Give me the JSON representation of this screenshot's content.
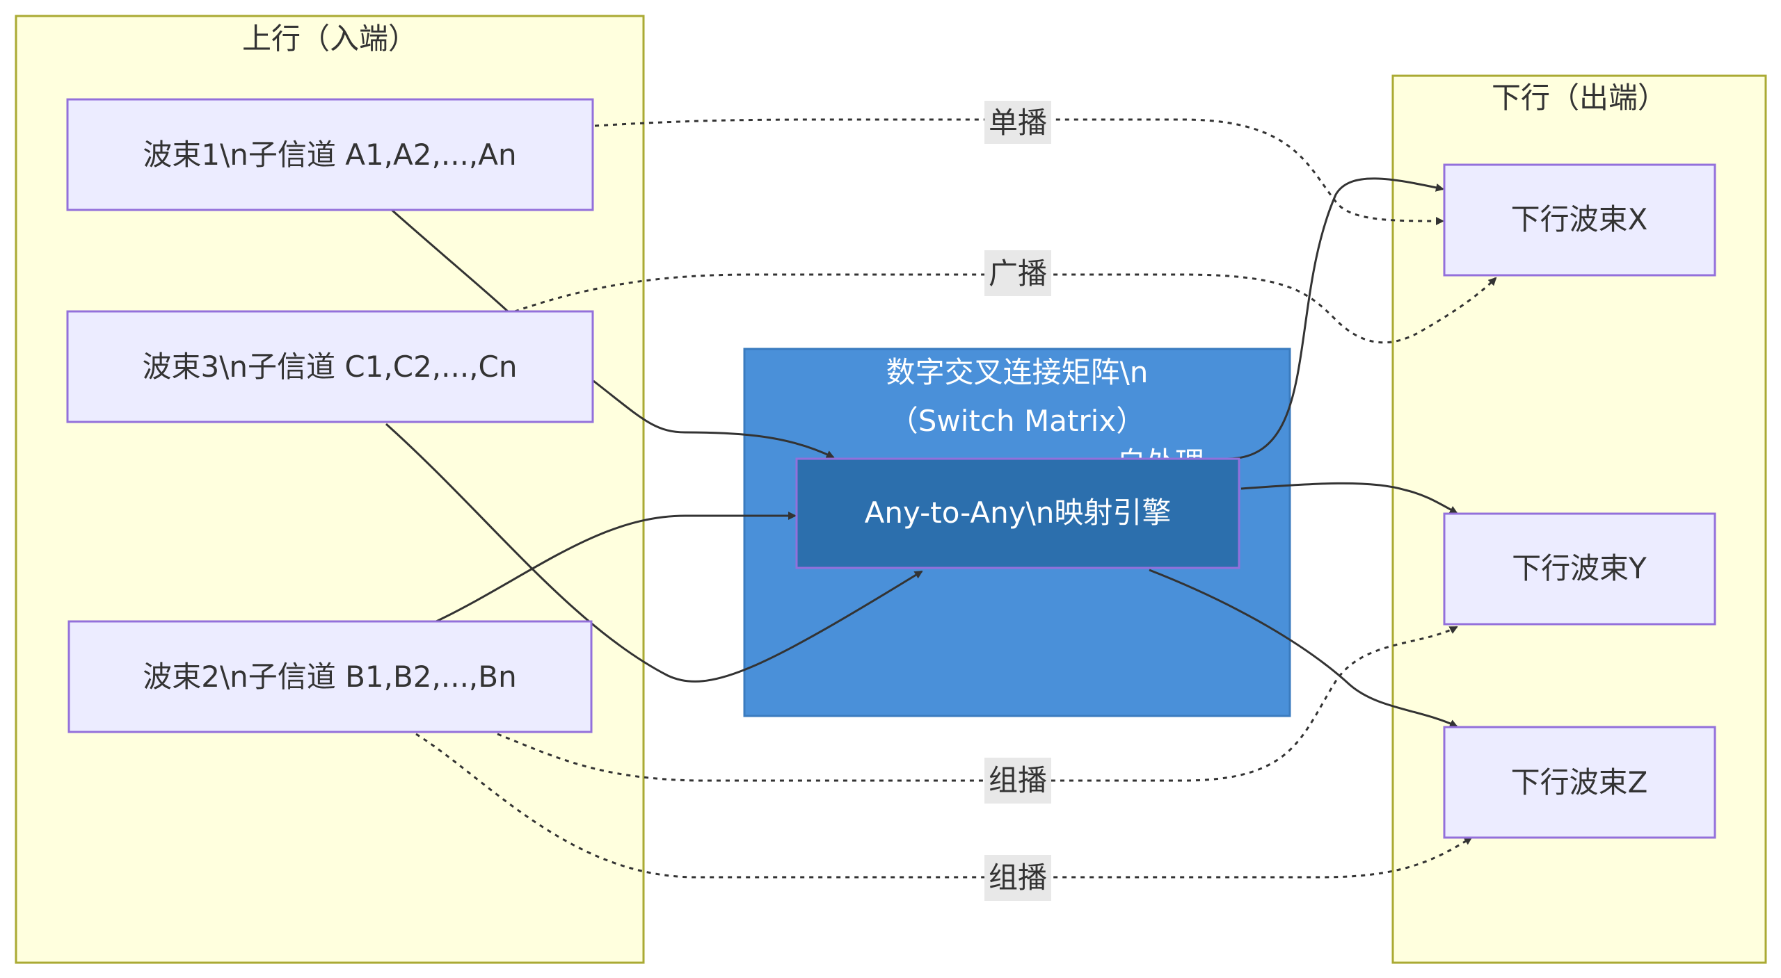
{
  "clusters": {
    "uplink": {
      "title": "上行（入端）"
    },
    "downlink": {
      "title": "下行（出端）"
    },
    "matrix": {
      "title_line1": "数字交叉连接矩阵\\n",
      "title_line2": "（Switch Matrix）",
      "hidden_label": "自处理"
    }
  },
  "nodes": {
    "beam1": "波束1\\n子信道 A1,A2,...,An",
    "beam3": "波束3\\n子信道 C1,C2,...,Cn",
    "beam2": "波束2\\n子信道 B1,B2,...,Bn",
    "engine": "Any-to-Any\\n映射引擎",
    "beamX": "下行波束X",
    "beamY": "下行波束Y",
    "beamZ": "下行波束Z"
  },
  "edge_labels": {
    "unicast": "单播",
    "broadcast": "广播",
    "multicast_1": "组播",
    "multicast_2": "组播"
  },
  "colors": {
    "cluster_fill": "#ffffde",
    "cluster_stroke": "#aaaa33",
    "node_fill": "#ececff",
    "node_stroke": "#9370db",
    "matrix_fill": "#4a90d9",
    "engine_fill": "#2c6fad",
    "edge": "#333333",
    "label_bg": "#e8e8e8"
  }
}
